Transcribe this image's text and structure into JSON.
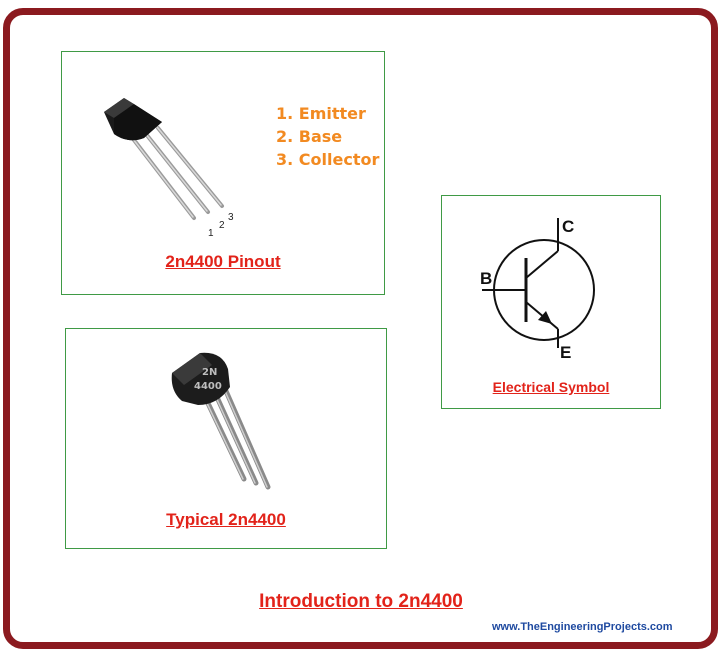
{
  "pinout_panel": {
    "caption": "2n4400 Pinout",
    "pins": [
      "1. Emitter",
      "2. Base",
      "3. Collector"
    ],
    "pin_numbers": [
      "1",
      "2",
      "3"
    ]
  },
  "typical_panel": {
    "caption": "Typical 2n4400",
    "marking_line1": "2N",
    "marking_line2": "4400"
  },
  "symbol_panel": {
    "caption": "Electrical Symbol",
    "label_collector": "C",
    "label_base": "B",
    "label_emitter": "E"
  },
  "title": "Introduction to 2n4400",
  "website": "www.TheEngineeringProjects.com",
  "colors": {
    "frame": "#8b1a1f",
    "caption_red": "#e2231a",
    "pin_orange": "#f28a21",
    "panel_border": "#3f9a45",
    "url_blue": "#1f4aa0"
  }
}
